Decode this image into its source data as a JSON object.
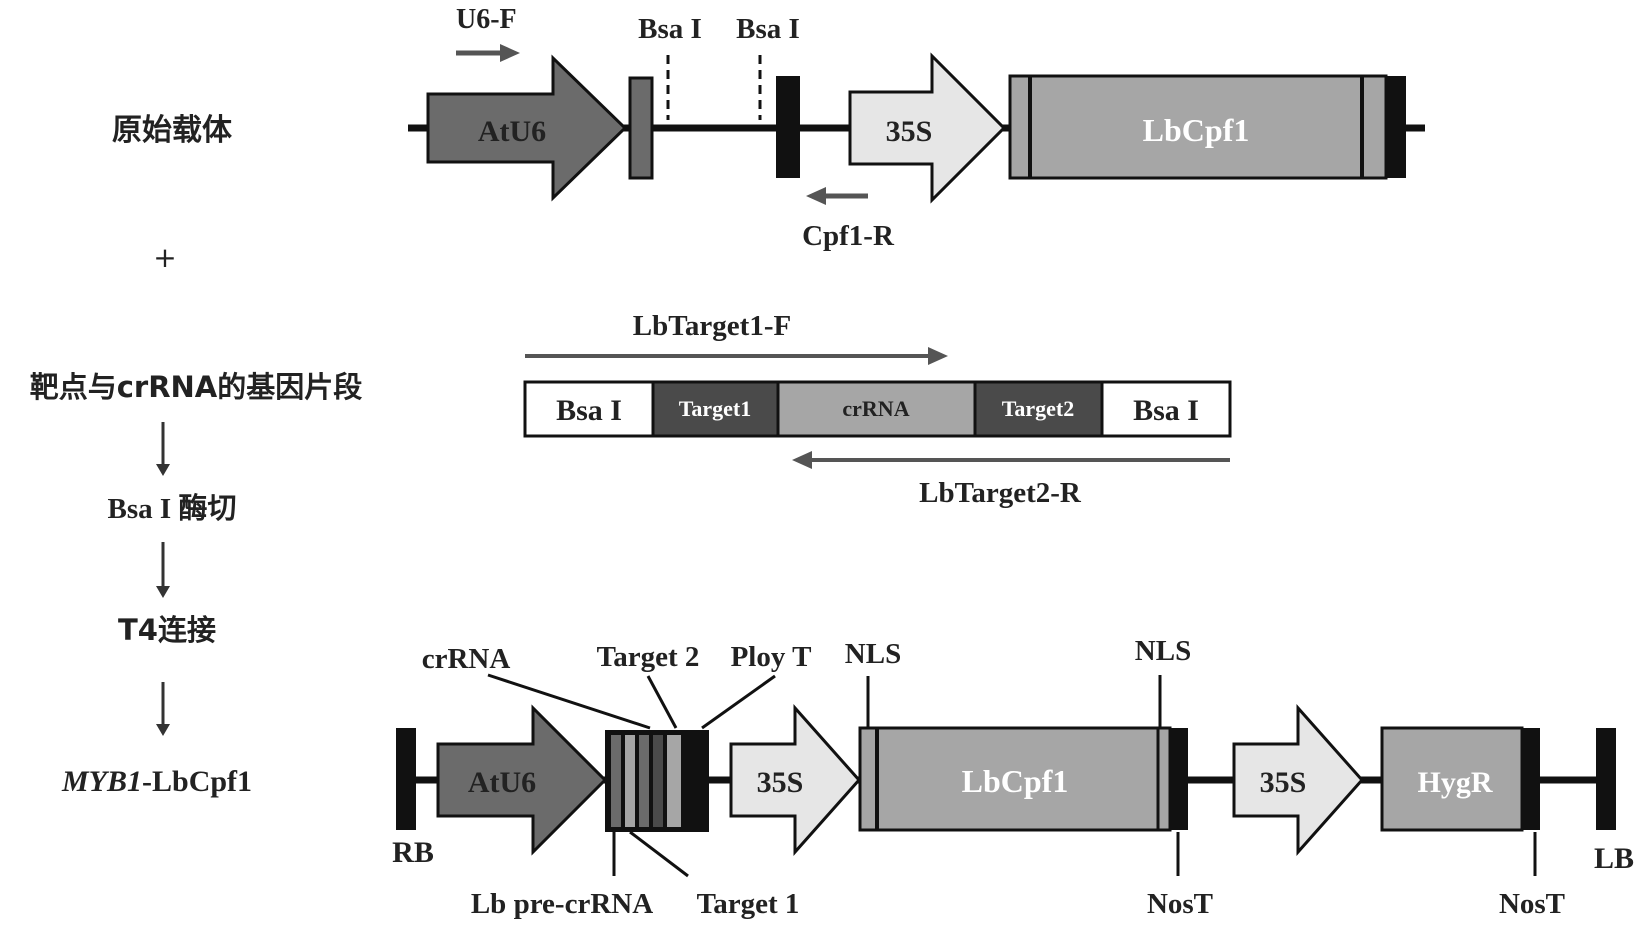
{
  "steps": {
    "original_vector": "原始载体",
    "plus": "+",
    "fragment": "靶点与crRNA的基因片段",
    "digest": "Bsa I 酶切",
    "ligation": "T4连接",
    "final_italic": "MYB1",
    "final_rest": "-LbCpf1"
  },
  "top_vector": {
    "primer_f": "U6-F",
    "bsa1": "Bsa I",
    "bsa2": "Bsa I",
    "atu6": "AtU6",
    "p35s": "35S",
    "lbcpf1": "LbCpf1",
    "primer_r": "Cpf1-R"
  },
  "insert": {
    "primer_f": "LbTarget1-F",
    "bsa_left": "Bsa I",
    "target1": "Target1",
    "crrna": "crRNA",
    "target2": "Target2",
    "bsa_right": "Bsa I",
    "primer_r": "LbTarget2-R"
  },
  "final_vector": {
    "crrna": "crRNA",
    "target2": "Target 2",
    "polyt": "Ploy T",
    "nls_left": "NLS",
    "nls_right": "NLS",
    "rb": "RB",
    "atu6": "AtU6",
    "p35s_a": "35S",
    "lbcpf1": "LbCpf1",
    "p35s_b": "35S",
    "hygr": "HygR",
    "lb": "LB",
    "pre_crrna": "Lb pre-crRNA",
    "target1": "Target 1",
    "nost_a": "NosT",
    "nost_b": "NosT"
  },
  "colors": {
    "dark": "#6b6b6b",
    "darker": "#4a4a4a",
    "mid": "#a6a6a6",
    "light": "#e6e6e6",
    "black": "#111111"
  }
}
